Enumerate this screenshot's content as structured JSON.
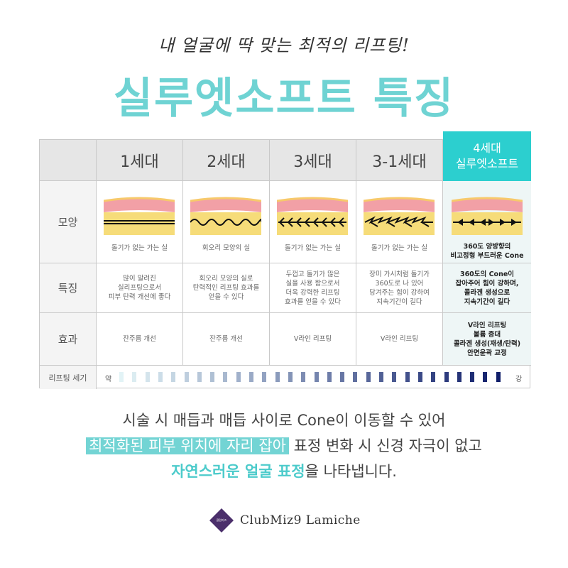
{
  "tagline": "내 얼굴에 딱 맞는 최적의 리프팅!",
  "title": "실루엣소프트 특징",
  "table": {
    "columns": [
      "1세대",
      "2세대",
      "3세대",
      "3-1세대"
    ],
    "highlight": {
      "line1": "4세대",
      "line2": "실루엣소프트"
    },
    "row_labels": {
      "shape": "모양",
      "feature": "특징",
      "effect": "효과",
      "strength": "리프팅 세기"
    },
    "shape_captions": [
      "돌기가 없는 가는 실",
      "회오리 모양의 실",
      "돌기가 없는 가는 실",
      "돌기가 없는 가는 실"
    ],
    "shape_caption_highlight": {
      "line1": "360도 양방향의",
      "line2": "비고정형 부드러운 Cone"
    },
    "features": [
      [
        "많이 알려진",
        "실리프팅으로서",
        "피부 탄력 개선에 좋다"
      ],
      [
        "회오리 모양의 실로",
        "탄력적인 리프팅 효과를",
        "얻을 수 있다"
      ],
      [
        "두껍고 돌기가 많은",
        "실을 사용 함으로서",
        "더욱 강력한 리프팅",
        "효과를 얻을 수 있다"
      ],
      [
        "장미 가시처럼 돌기가",
        "360도로 나 있어",
        "당겨주는 힘이 강하여",
        "지속기간이 길다"
      ]
    ],
    "feature_highlight": [
      "360도의 Cone이",
      "잡아주어 힘이 강하며,",
      "콜라겐 생성으로",
      "지속기간이 길다"
    ],
    "effects": [
      "잔주름 개선",
      "잔주름 개선",
      "V라인 리프팅",
      "V라인 리프팅"
    ],
    "effect_highlight": [
      "V라인 리프팅",
      "볼륨 증대",
      "콜라겐 생성(재생/탄력)",
      "안면윤곽 교정"
    ],
    "strength": {
      "weak": "약",
      "strong": "강",
      "levels": 30,
      "color_start": "#e2f3f6",
      "color_end": "#101e6a"
    }
  },
  "description": {
    "line1": "시술 시 매듭과 매듭 사이로 Cone이 이동할 수 있어",
    "line2_highlight": "최적화된 피부 위치에 자리 잡아",
    "line2_rest": " 표정 변화 시 신경 자극이 없고",
    "line3_accent": "자연스러운 얼굴 표정",
    "line3_rest": "을 나타냅니다."
  },
  "brand": {
    "name": "ClubMiz9 Lamiche",
    "badge": "클럽미즈"
  },
  "colors": {
    "accent": "#6fd3d3",
    "header_highlight": "#2ccfcf",
    "skin_pink": "#f2a0a6",
    "fat_yellow": "#f3d76a"
  }
}
